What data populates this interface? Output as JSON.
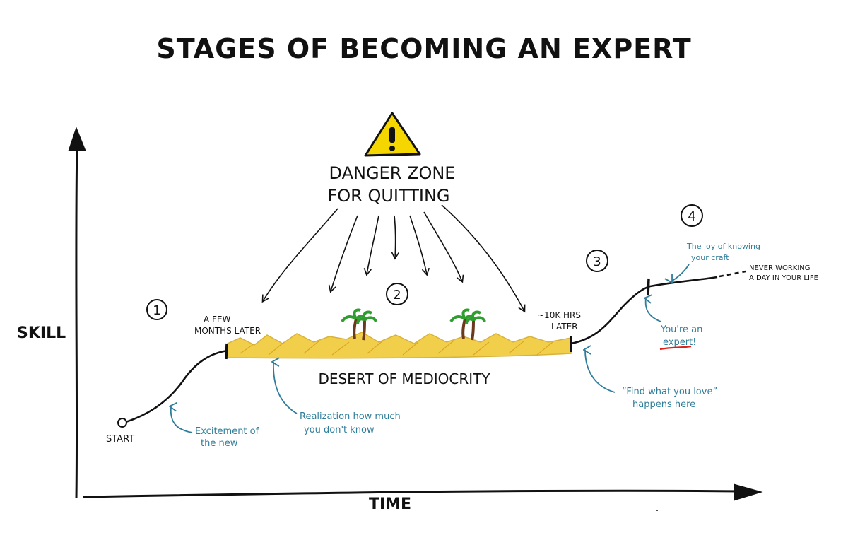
{
  "title": "STAGES OF BECOMING AN EXPERT",
  "axes": {
    "y_label": "SKILL",
    "x_label": "TIME"
  },
  "danger_zone": {
    "line1": "DANGER ZONE",
    "line2": "FOR QUITTING"
  },
  "stages": {
    "s1": "1",
    "s2": "2",
    "s3": "3",
    "s4": "4"
  },
  "curve_labels": {
    "start": "START",
    "few_months_line1": "A FEW",
    "few_months_line2": "MONTHS LATER",
    "ten_k_line1": "~10K HRS",
    "ten_k_line2": "LATER",
    "never_working_line1": "NEVER WORKING",
    "never_working_line2": "A DAY IN YOUR LIFE"
  },
  "desert_label": "DESERT OF MEDIOCRITY",
  "notes": {
    "excitement_line1": "Excitement of",
    "excitement_line2": "the new",
    "realization_line1": "Realization how much",
    "realization_line2": "you don't know",
    "find_love_line1": "“Find what you love”",
    "find_love_line2": "happens here",
    "expert_line1": "You're an",
    "expert_line2": "expert!",
    "joy_line1": "The joy of knowing",
    "joy_line2": "your craft"
  },
  "colors": {
    "ink": "#111111",
    "annotation": "#2f7d9a",
    "desert": "#f2cf4a",
    "warning": "#f5d600",
    "palm": "#2e9e2e",
    "trunk": "#6b3a1e",
    "underline": "#e0201b"
  },
  "icons": {
    "warning": "warning-triangle-icon",
    "palm": "palm-tree-icon"
  }
}
